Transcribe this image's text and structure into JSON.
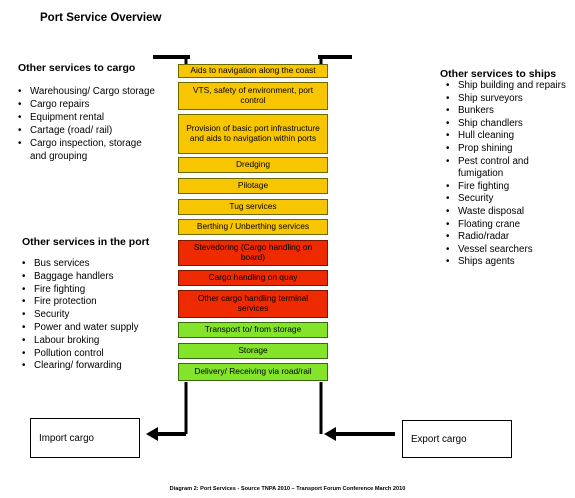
{
  "title": "Port Service Overview",
  "left_cargo": {
    "heading": "Other services to cargo",
    "items": [
      "Warehousing/ Cargo storage",
      "Cargo repairs",
      "Equipment rental",
      "Cartage (road/ rail)",
      "Cargo inspection, storage and grouping"
    ]
  },
  "port_services": {
    "heading": "Other services in the port",
    "items": [
      "Bus services",
      "Baggage handlers",
      "Fire fighting",
      "Fire protection",
      "Security",
      "Power and water supply",
      "Labour broking",
      "Pollution control",
      "Clearing/ forwarding"
    ]
  },
  "ship_services": {
    "heading": "Other services to ships",
    "items": [
      "Ship building and repairs",
      "Ship surveyors",
      "Bunkers",
      "Ship chandlers",
      "Hull cleaning",
      "Prop shining",
      "Pest control and fumigation",
      "Fire fighting",
      "Security",
      "Waste disposal",
      "Floating crane",
      "Radio/radar",
      "Vessel searchers",
      "Ships agents"
    ]
  },
  "stack": [
    {
      "label": "Aids to navigation along the coast",
      "color": "yellow"
    },
    {
      "label": "VTS, safety of environment, port control",
      "color": "yellow"
    },
    {
      "label": "Provision of basic port infrastructure and aids to navigation within ports",
      "color": "yellow"
    },
    {
      "label": "Dredging",
      "color": "yellow"
    },
    {
      "label": "Pilotage",
      "color": "yellow"
    },
    {
      "label": "Tug services",
      "color": "yellow"
    },
    {
      "label": "Berthing / Unberthing services",
      "color": "yellow"
    },
    {
      "label": "Stevedoring (Cargo handling on board)",
      "color": "red"
    },
    {
      "label": "Cargo handling on quay",
      "color": "red"
    },
    {
      "label": "Other cargo handling terminal services",
      "color": "red"
    },
    {
      "label": "Transport to/ from storage",
      "color": "green"
    },
    {
      "label": "Storage",
      "color": "green"
    },
    {
      "label": "Delivery/ Receiving via road/rail",
      "color": "green"
    }
  ],
  "import_label": "Import cargo",
  "export_label": "Export cargo",
  "caption": "Diagram 2: Port Services - Source TNPA 2010 – Transport Forum Conference March 2010",
  "colors": {
    "yellow": "#f8c600",
    "red": "#ee2a00",
    "green": "#84e42a"
  }
}
